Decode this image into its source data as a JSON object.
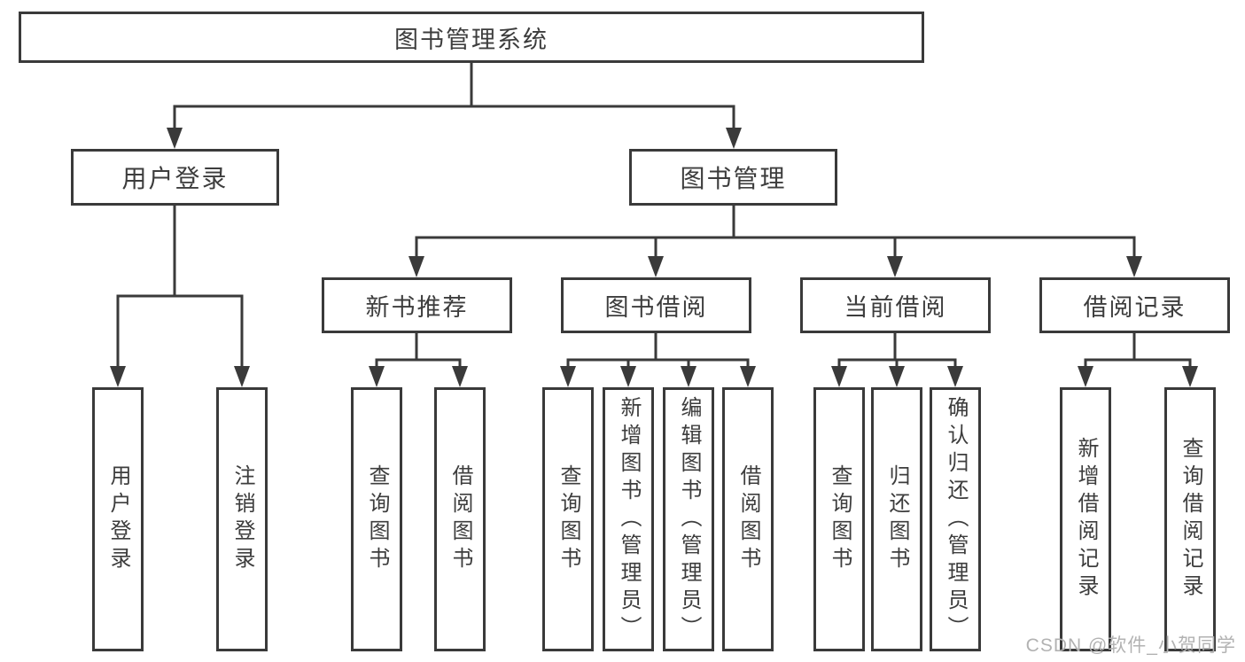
{
  "tree": {
    "label": "图书管理系统",
    "children": [
      {
        "label": "用户登录",
        "children": [
          {
            "label": "用户登录"
          },
          {
            "label": "注销登录"
          }
        ]
      },
      {
        "label": "图书管理",
        "children": [
          {
            "label": "新书推荐",
            "children": [
              {
                "label": "查询图书"
              },
              {
                "label": "借阅图书"
              }
            ]
          },
          {
            "label": "图书借阅",
            "children": [
              {
                "label": "查询图书"
              },
              {
                "label": "新增图书（管理员）"
              },
              {
                "label": "编辑图书（管理员）"
              },
              {
                "label": "借阅图书"
              }
            ]
          },
          {
            "label": "当前借阅",
            "children": [
              {
                "label": "查询图书"
              },
              {
                "label": "归还图书"
              },
              {
                "label": "确认归还（管理员）"
              }
            ]
          },
          {
            "label": "借阅记录",
            "children": [
              {
                "label": "新增借阅记录"
              },
              {
                "label": "查询借阅记录"
              }
            ]
          }
        ]
      }
    ]
  },
  "watermark": {
    "text": "CSDN @软件_小贺同学"
  },
  "colors": {
    "line": "#3a3a3a",
    "text": "#3d3d3d",
    "background": "#ffffff",
    "watermark": "#b2b2b2"
  }
}
